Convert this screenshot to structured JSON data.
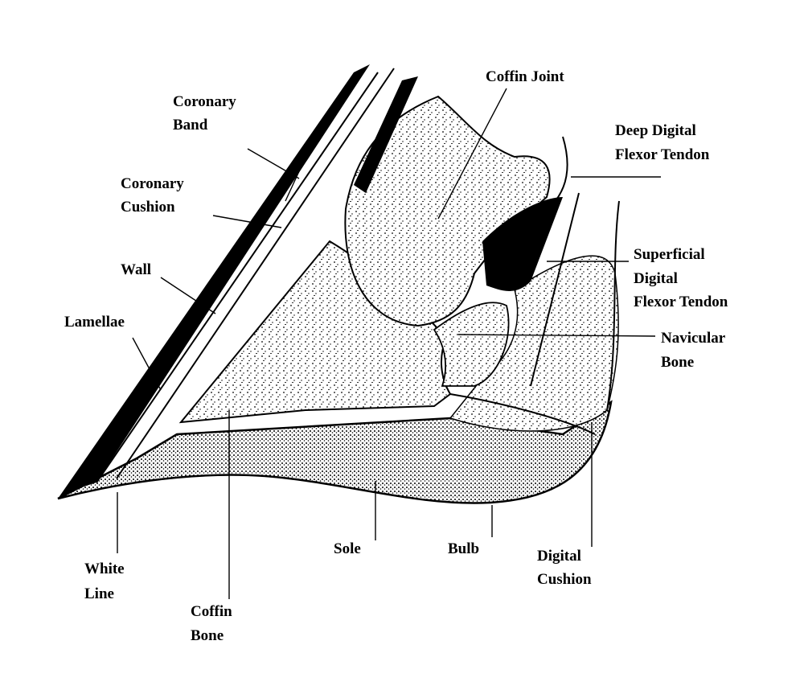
{
  "diagram": {
    "subject": "hoof-cross-section",
    "colors": {
      "ink": "#000000",
      "background": "#ffffff",
      "bone_texture": "#d9d9d9"
    },
    "labels": {
      "coffin_joint": [
        "Coffin Joint"
      ],
      "coronary_band": [
        "Coronary",
        "Band"
      ],
      "deep_digital_flexor_tendon": [
        "Deep Digital",
        "Flexor Tendon"
      ],
      "coronary_cushion": [
        "Coronary",
        "Cushion"
      ],
      "superficial_digital_flexor_tendon": [
        "Superficial",
        "Digital",
        "Flexor Tendon"
      ],
      "wall": [
        "Wall"
      ],
      "lamellae": [
        "Lamellae"
      ],
      "navicular_bone": [
        "Navicular",
        "Bone"
      ],
      "white_line": [
        "White",
        "Line"
      ],
      "sole": [
        "Sole"
      ],
      "bulb": [
        "Bulb"
      ],
      "digital_cushion": [
        "Digital",
        "Cushion"
      ],
      "coffin_bone": [
        "Coffin",
        "Bone"
      ]
    }
  }
}
